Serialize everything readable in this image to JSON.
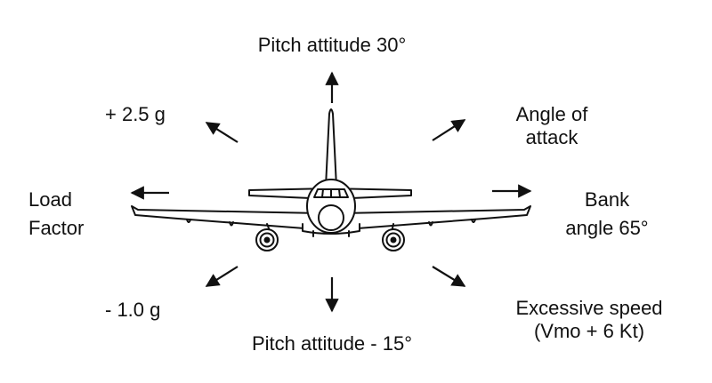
{
  "labels": {
    "pitch_up": "Pitch attitude 30°",
    "pitch_down": "Pitch attitude - 15°",
    "load_pos": "+ 2.5 g",
    "load_neg": "- 1.0 g",
    "load_factor_line1": "Load",
    "load_factor_line2": "Factor",
    "aoa_line1": "Angle of",
    "aoa_line2": "attack",
    "bank_line1": "Bank",
    "bank_line2": "angle 65°",
    "speed_line1": "Excessive speed",
    "speed_line2": "(Vmo + 6 Kt)"
  },
  "colors": {
    "ink": "#111111",
    "background": "#ffffff"
  }
}
